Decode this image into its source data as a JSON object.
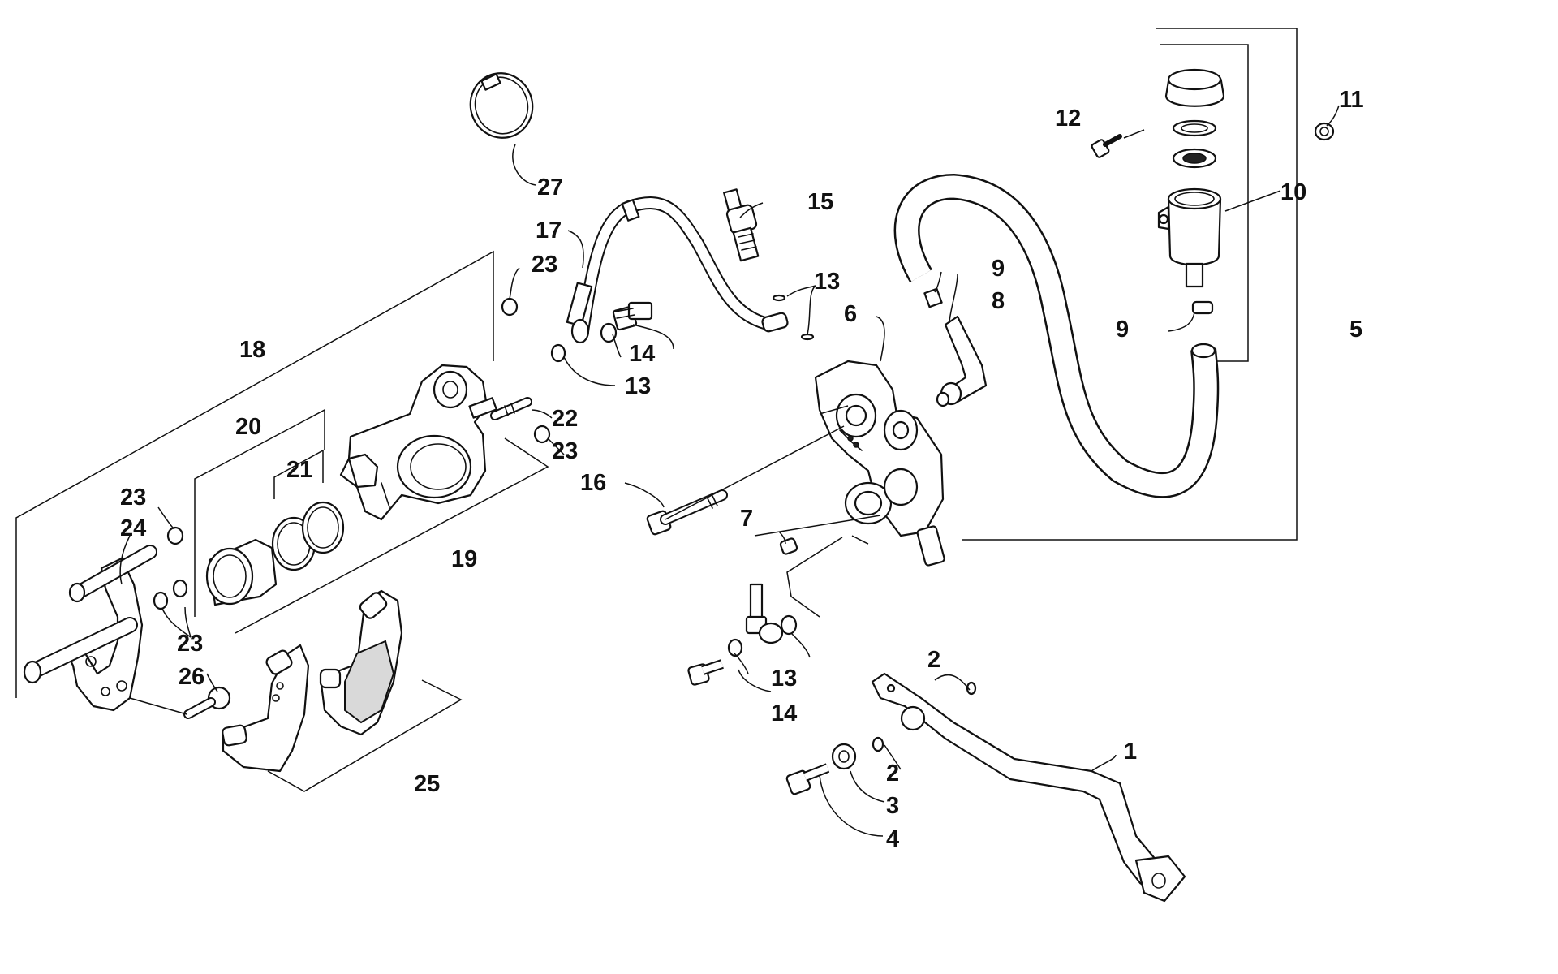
{
  "callouts": [
    {
      "label": "1"
    },
    {
      "label": "2"
    },
    {
      "label": "2"
    },
    {
      "label": "3"
    },
    {
      "label": "4"
    },
    {
      "label": "5"
    },
    {
      "label": "6"
    },
    {
      "label": "7"
    },
    {
      "label": "8"
    },
    {
      "label": "9"
    },
    {
      "label": "9"
    },
    {
      "label": "10"
    },
    {
      "label": "11"
    },
    {
      "label": "12"
    },
    {
      "label": "13"
    },
    {
      "label": "13"
    },
    {
      "label": "13"
    },
    {
      "label": "14"
    },
    {
      "label": "14"
    },
    {
      "label": "15"
    },
    {
      "label": "16"
    },
    {
      "label": "17"
    },
    {
      "label": "18"
    },
    {
      "label": "19"
    },
    {
      "label": "20"
    },
    {
      "label": "21"
    },
    {
      "label": "22"
    },
    {
      "label": "23"
    },
    {
      "label": "23"
    },
    {
      "label": "23"
    },
    {
      "label": "23"
    },
    {
      "label": "24"
    },
    {
      "label": "25"
    },
    {
      "label": "26"
    },
    {
      "label": "27"
    }
  ],
  "colors": {
    "line": "#111111",
    "background": "#ffffff"
  }
}
